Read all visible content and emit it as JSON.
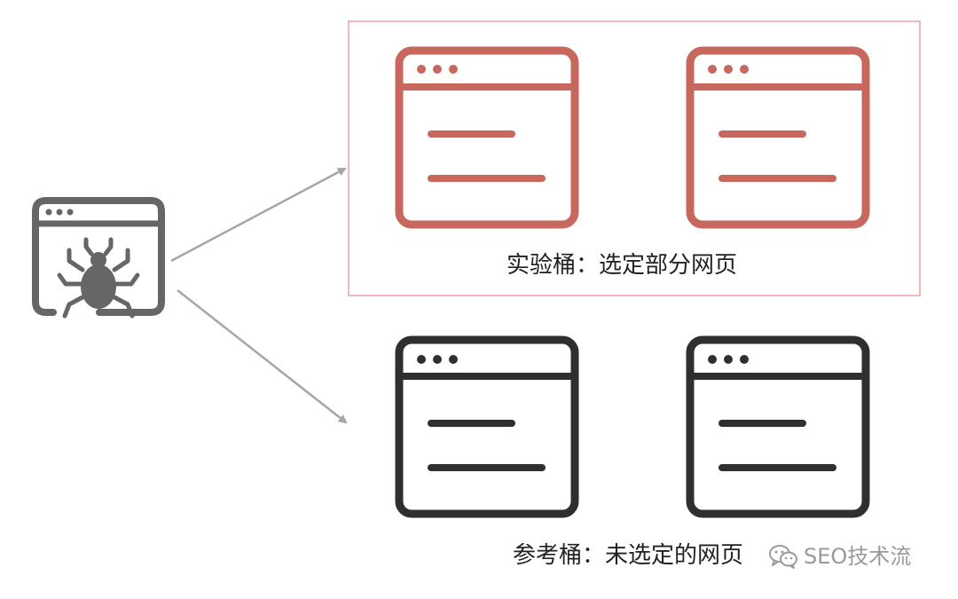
{
  "diagram": {
    "experiment_caption": "实验桶：选定部分网页",
    "reference_caption": "参考桶：未选定的网页"
  },
  "watermark": {
    "text": "SEO技术流",
    "icon": "wechat-icon"
  },
  "colors": {
    "experiment_accent": "#c8675d",
    "experiment_border": "#e8a4a4",
    "reference": "#2f2f2f",
    "crawler": "#666666",
    "arrow": "#a6a6a6",
    "watermark": "#9a9a9a"
  },
  "icons": {
    "crawler": "spider-browser-icon",
    "page": "browser-window-icon"
  }
}
